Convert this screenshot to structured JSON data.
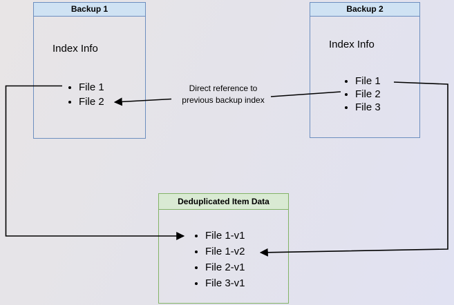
{
  "diagram": {
    "backup1": {
      "title": "Backup 1",
      "section_label": "Index Info",
      "items": [
        "File 1",
        "File 2"
      ]
    },
    "backup2": {
      "title": "Backup 2",
      "section_label": "Index Info",
      "items": [
        "File 1",
        "File 2",
        "File 3"
      ]
    },
    "dedup": {
      "title": "Deduplicated Item Data",
      "items": [
        "File 1-v1",
        "File 1-v2",
        "File 2-v1",
        "File 3-v1"
      ]
    },
    "annotation": {
      "line1": "Direct reference to",
      "line2": "previous backup index"
    },
    "colors": {
      "blue_node_border": "#6c8ebf",
      "blue_header_fill": "#cfe2f3",
      "green_node_border": "#82b366",
      "green_header_fill": "#d9ead3",
      "arrow": "#000000",
      "background_start": "#e8e5e6",
      "background_end": "#e1e2f2"
    }
  }
}
